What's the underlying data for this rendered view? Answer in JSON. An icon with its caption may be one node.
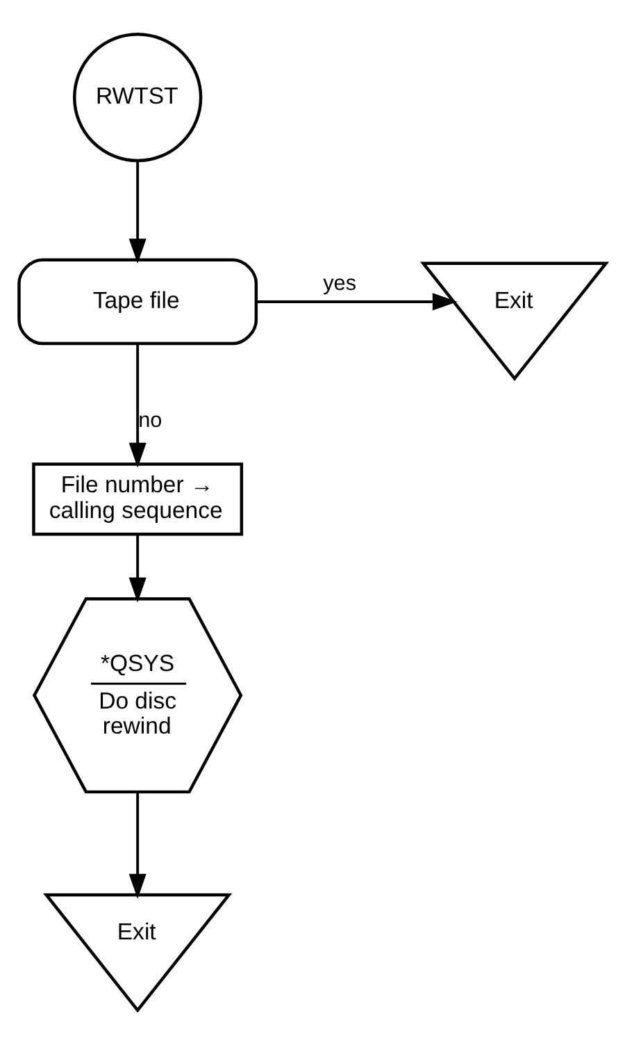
{
  "diagram": {
    "nodes": [
      {
        "text": [
          "RWTST"
        ]
      },
      {
        "text": [
          "Tape file"
        ]
      },
      {
        "text": [
          "Exit"
        ]
      },
      {
        "text": [
          "File number → calling sequence"
        ]
      },
      {
        "text": [
          "*QSYS",
          "Do disc rewind"
        ]
      },
      {
        "text": [
          "Exit"
        ]
      }
    ],
    "edges": [
      {
        "from": 0,
        "to": 1,
        "arrow": "to"
      },
      {
        "from": 1,
        "to": 2,
        "arrow": "to",
        "label": "yes"
      },
      {
        "from": 1,
        "to": 3,
        "arrow": "to",
        "label": "no"
      },
      {
        "from": 3,
        "to": 4,
        "arrow": "to"
      },
      {
        "from": 4,
        "to": 5,
        "arrow": "to"
      }
    ]
  }
}
